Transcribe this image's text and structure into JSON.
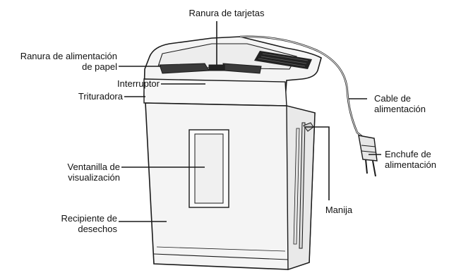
{
  "labels": {
    "card_slot": "Ranura de tarjetas",
    "paper_feed_line1": "Ranura de alimentación",
    "paper_feed_line2": "de papel",
    "switch": "Interruptor",
    "shredder": "Trituradora",
    "power_cable_line1": "Cable de",
    "power_cable_line2": "alimentación",
    "viewing_window_line1": "Ventanilla de",
    "viewing_window_line2": "visualización",
    "power_plug_line1": "Enchufe de",
    "power_plug_line2": "alimentación",
    "handle": "Manija",
    "waste_bin_line1": "Recipiente de",
    "waste_bin_line2": "desechos"
  },
  "colors": {
    "outline": "#1a1a1a",
    "body_fill": "#f4f4f4",
    "vent": "#222222"
  }
}
